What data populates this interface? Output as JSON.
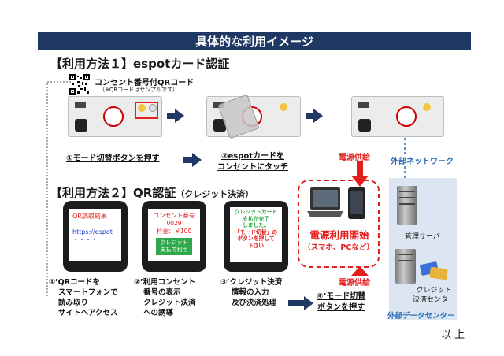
{
  "banner": {
    "title": "具体的な利用イメージ"
  },
  "method1": {
    "title": "【利用方法１】espotカード認証",
    "qr_caption": "コンセント番号付QRコード",
    "qr_note": "（※QRコードはサンプルです）",
    "step1": "①モード切替ボタンを押す",
    "step2_line1": "②espotカードを",
    "step2_line2": "コンセントにタッチ"
  },
  "method2": {
    "title_main": "【利用方法２】QR認証",
    "title_sub": "（クレジット決済）",
    "phone1": {
      "title": "QR読取結果",
      "url": "https://espot",
      "dots": "・・・・"
    },
    "phone2": {
      "line1": "コンセント番号",
      "line2": "0029",
      "line3": "料金：￥100",
      "button_line1": "クレジット",
      "button_line2": "支払で利用"
    },
    "phone3": {
      "line1": "クレジットカード",
      "line2": "支払が完了",
      "line3": "しました。",
      "line4": "「モード切替」の",
      "line5": "ボタンを押して",
      "line6": "下さい"
    },
    "caption1": [
      "①’QRコードを",
      "スマートフォンで",
      "読み取り",
      "サイトへアクセス"
    ],
    "caption2": [
      "②’利用コンセント",
      "番号の表示",
      "クレジット決済",
      "への誘導"
    ],
    "caption3": [
      "③’クレジット決済",
      "情報の入力",
      "及び決済処理"
    ],
    "step4_line1": "④’モード切替",
    "step4_line2": "ボタンを押す"
  },
  "right": {
    "power_supply_top": "電源供給",
    "power_supply_bottom": "電源供給",
    "external_network": "外部ネットワーク",
    "power_start_title": "電源利用開始",
    "power_start_sub": "（スマホ、PCなど）",
    "server_label": "管理サーバ",
    "credit_label_line1": "クレジット",
    "credit_label_line2": "決済センター",
    "datacenter_label": "外部データセンター"
  },
  "footer": {
    "end": "以 上"
  },
  "colors": {
    "banner": "#1f3864",
    "red": "#e41d1d",
    "blue": "#2a6fb5",
    "datacenter_bg": "#dce6f2",
    "phone_green": "#2ea84a"
  }
}
